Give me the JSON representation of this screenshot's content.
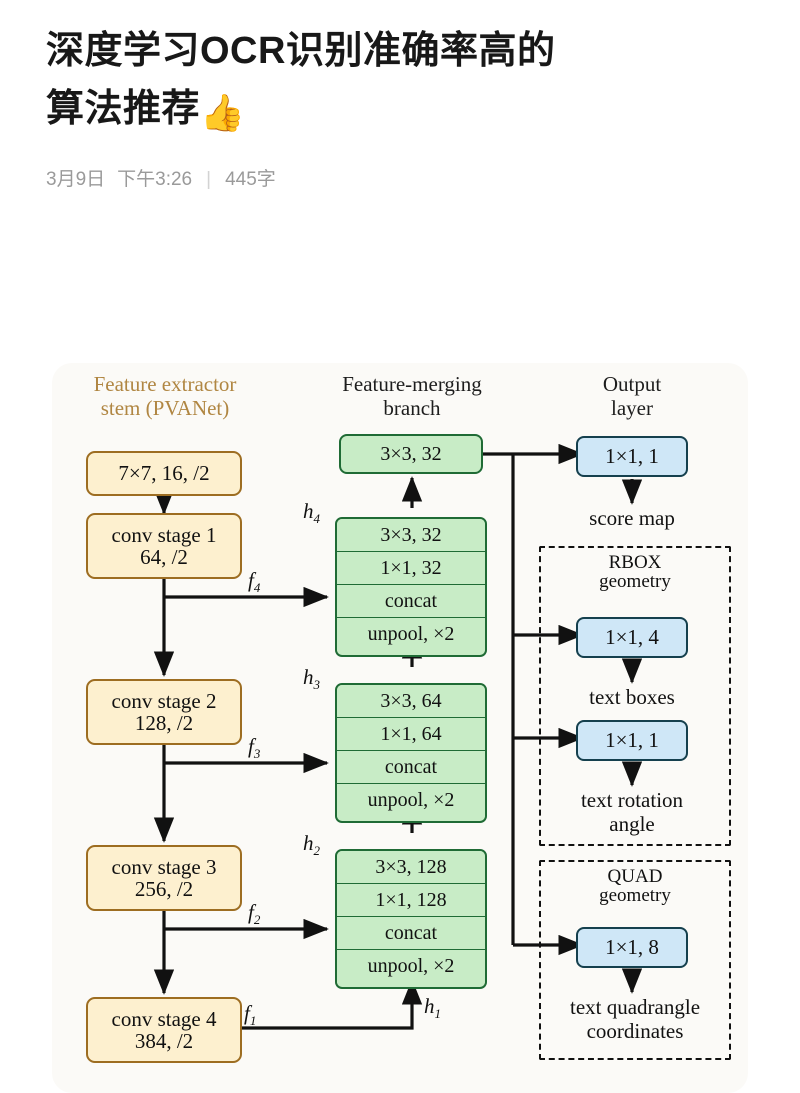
{
  "post": {
    "title_line1": "深度学习OCR识别准确率高的",
    "title_line2": "算法推荐",
    "title_emoji": "👍",
    "date": "3月9日",
    "time": "下午3:26",
    "separator": "|",
    "word_count": "445字"
  },
  "figure": {
    "columns": {
      "stem": {
        "line1": "Feature extractor",
        "line2": "stem (PVANet)"
      },
      "merge": {
        "line1": "Feature-merging",
        "line2": "branch"
      },
      "output": {
        "line1": "Output",
        "line2": "layer"
      }
    },
    "stem_nodes": [
      {
        "line1": "7×7, 16, /2",
        "line2": ""
      },
      {
        "line1": "conv stage 1",
        "line2": "64, /2"
      },
      {
        "line1": "conv stage 2",
        "line2": "128, /2"
      },
      {
        "line1": "conv stage 3",
        "line2": "256, /2"
      },
      {
        "line1": "conv stage 4",
        "line2": "384, /2"
      }
    ],
    "f_labels": [
      "f4",
      "f3",
      "f2",
      "f1"
    ],
    "h_labels": [
      "h4",
      "h3",
      "h2",
      "h1"
    ],
    "merge_top_node": "3×3, 32",
    "merge_stacks": [
      {
        "name": "h4",
        "rows": [
          "3×3, 32",
          "1×1, 32",
          "concat",
          "unpool, ×2"
        ]
      },
      {
        "name": "h3",
        "rows": [
          "3×3, 64",
          "1×1, 64",
          "concat",
          "unpool, ×2"
        ]
      },
      {
        "name": "h2",
        "rows": [
          "3×3, 128",
          "1×1, 128",
          "concat",
          "unpool, ×2"
        ]
      }
    ],
    "output_nodes": [
      {
        "box": "1×1, 1",
        "caption_line1": "score map",
        "caption_line2": ""
      },
      {
        "box": "1×1, 4",
        "caption_line1": "text boxes",
        "caption_line2": ""
      },
      {
        "box": "1×1, 1",
        "caption_line1": "text rotation",
        "caption_line2": "angle"
      },
      {
        "box": "1×1, 8",
        "caption_line1": "text quadrangle",
        "caption_line2": "coordinates"
      }
    ],
    "groups": [
      {
        "title_line1": "RBOX",
        "title_line2": "geometry"
      },
      {
        "title_line1": "QUAD",
        "title_line2": "geometry"
      }
    ]
  },
  "colors": {
    "tan_fill": "#fdf0cf",
    "tan_stroke": "#9d6d21",
    "green_fill": "#c8ecc6",
    "green_stroke": "#1f6b35",
    "blue_fill": "#cfe7f7",
    "blue_stroke": "#15404e",
    "card_bg": "#fbfaf7",
    "stem_heading": "#b08642",
    "meta_text": "#9a9a9a"
  }
}
